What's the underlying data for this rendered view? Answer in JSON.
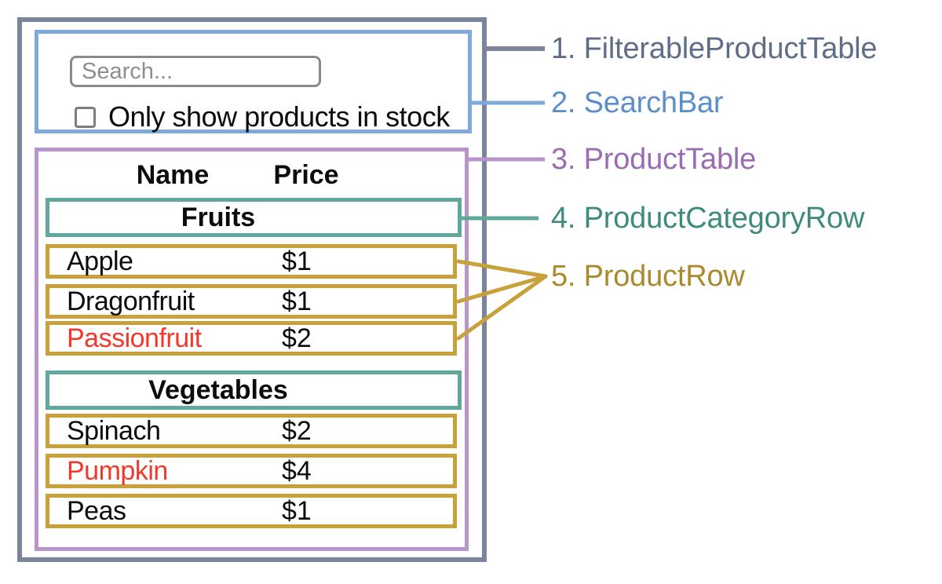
{
  "legend": {
    "filterable_product_table": {
      "label": "1. FilterableProductTable",
      "text_color": "#5f6e88",
      "border_color": "#7b849b"
    },
    "search_bar": {
      "label": "2. SearchBar",
      "text_color": "#5b8fc9",
      "border_color": "#7ea9da"
    },
    "product_table": {
      "label": "3. ProductTable",
      "text_color": "#9a6cb2",
      "border_color": "#b794c9"
    },
    "product_category_row": {
      "label": "4. ProductCategoryRow",
      "text_color": "#3f8b7b",
      "border_color": "#5fa89b"
    },
    "product_row": {
      "label": "5. ProductRow",
      "text_color": "#aa8a2d",
      "border_color": "#c8a13b"
    }
  },
  "search_bar": {
    "placeholder": "Search...",
    "checkbox_label": "Only show products in stock",
    "checkbox_checked": false
  },
  "table": {
    "headers": {
      "name": "Name",
      "price": "Price"
    },
    "sections": [
      {
        "category": "Fruits",
        "rows": [
          {
            "name": "Apple",
            "price": "$1",
            "in_stock": true
          },
          {
            "name": "Dragonfruit",
            "price": "$1",
            "in_stock": true
          },
          {
            "name": "Passionfruit",
            "price": "$2",
            "in_stock": false
          }
        ]
      },
      {
        "category": "Vegetables",
        "rows": [
          {
            "name": "Spinach",
            "price": "$2",
            "in_stock": true
          },
          {
            "name": "Pumpkin",
            "price": "$4",
            "in_stock": false
          },
          {
            "name": "Peas",
            "price": "$1",
            "in_stock": true
          }
        ]
      }
    ]
  },
  "colors": {
    "out_of_stock_text": "#f2382b",
    "input_border": "#8a8a8a",
    "placeholder_text": "#8e8e8e"
  }
}
